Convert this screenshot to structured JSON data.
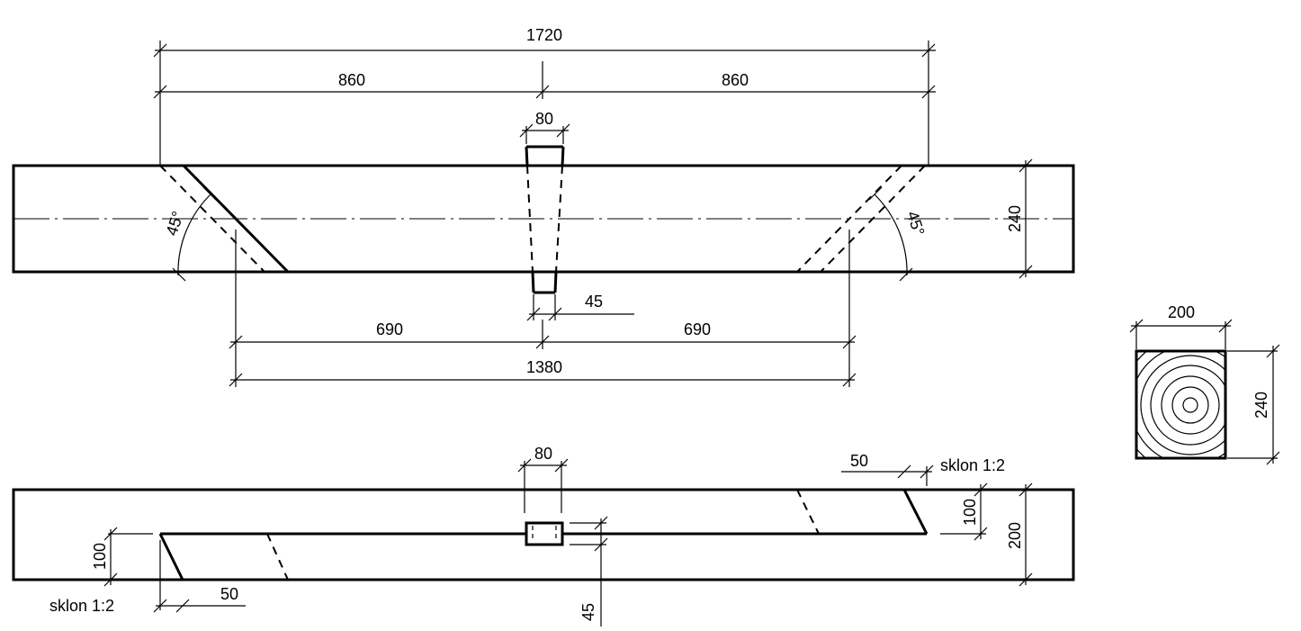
{
  "top_view": {
    "overall_length": "1720",
    "half_left": "860",
    "half_right": "860",
    "wedge_top_width": "80",
    "wedge_bottom_width": "45",
    "height": "240",
    "angle_left": "45°",
    "angle_right": "45°",
    "cut_half_left": "690",
    "cut_half_right": "690",
    "cut_total": "1380"
  },
  "cross_section": {
    "width": "200",
    "height": "240"
  },
  "side_view": {
    "wedge_width": "80",
    "wedge_height": "45",
    "left_depth": "100",
    "left_offset": "50",
    "left_slope": "sklon 1:2",
    "right_depth": "100",
    "right_offset": "50",
    "right_slope": "sklon 1:2",
    "height": "200"
  }
}
